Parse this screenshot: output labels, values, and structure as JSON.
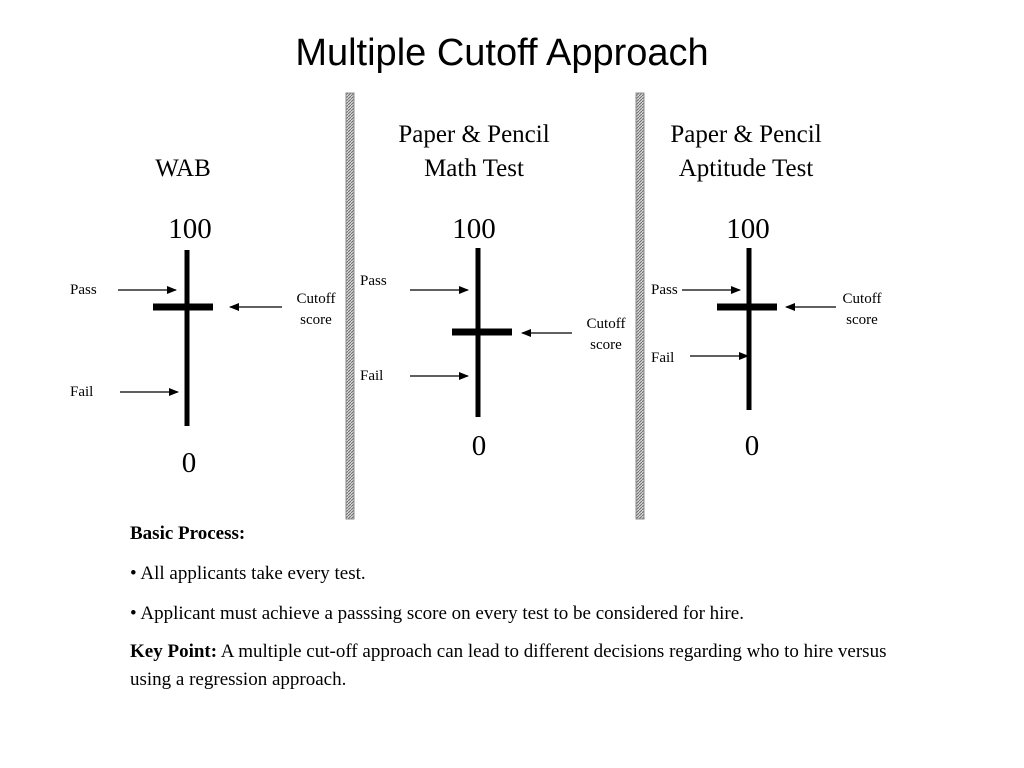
{
  "slide": {
    "title": "Multiple Cutoff Approach"
  },
  "tests": [
    {
      "title_line1": "",
      "title_line2": "WAB",
      "scale_max": "100",
      "scale_min": "0",
      "pass_label": "Pass",
      "fail_label": "Fail",
      "cutoff_line1": "Cutoff",
      "cutoff_line2": "score"
    },
    {
      "title_line1": "Paper & Pencil",
      "title_line2": "Math Test",
      "scale_max": "100",
      "scale_min": "0",
      "pass_label": "Pass",
      "fail_label": "Fail",
      "cutoff_line1": "Cutoff",
      "cutoff_line2": "score"
    },
    {
      "title_line1": "Paper & Pencil",
      "title_line2": "Aptitude Test",
      "scale_max": "100",
      "scale_min": "0",
      "pass_label": "Pass",
      "fail_label": "Fail",
      "cutoff_line1": "Cutoff",
      "cutoff_line2": "score"
    }
  ],
  "notes": {
    "heading": "Basic Process:",
    "bullet1": "• All applicants take every test.",
    "bullet2": "• Applicant must achieve a passsing score on every test to be considered for hire.",
    "key_label": "Key Point:",
    "key_text": " A multiple cut-off approach can lead to different decisions regarding who to hire versus using a regression approach."
  },
  "colors": {
    "ink": "#000000",
    "divider": "#8c8c8c"
  }
}
